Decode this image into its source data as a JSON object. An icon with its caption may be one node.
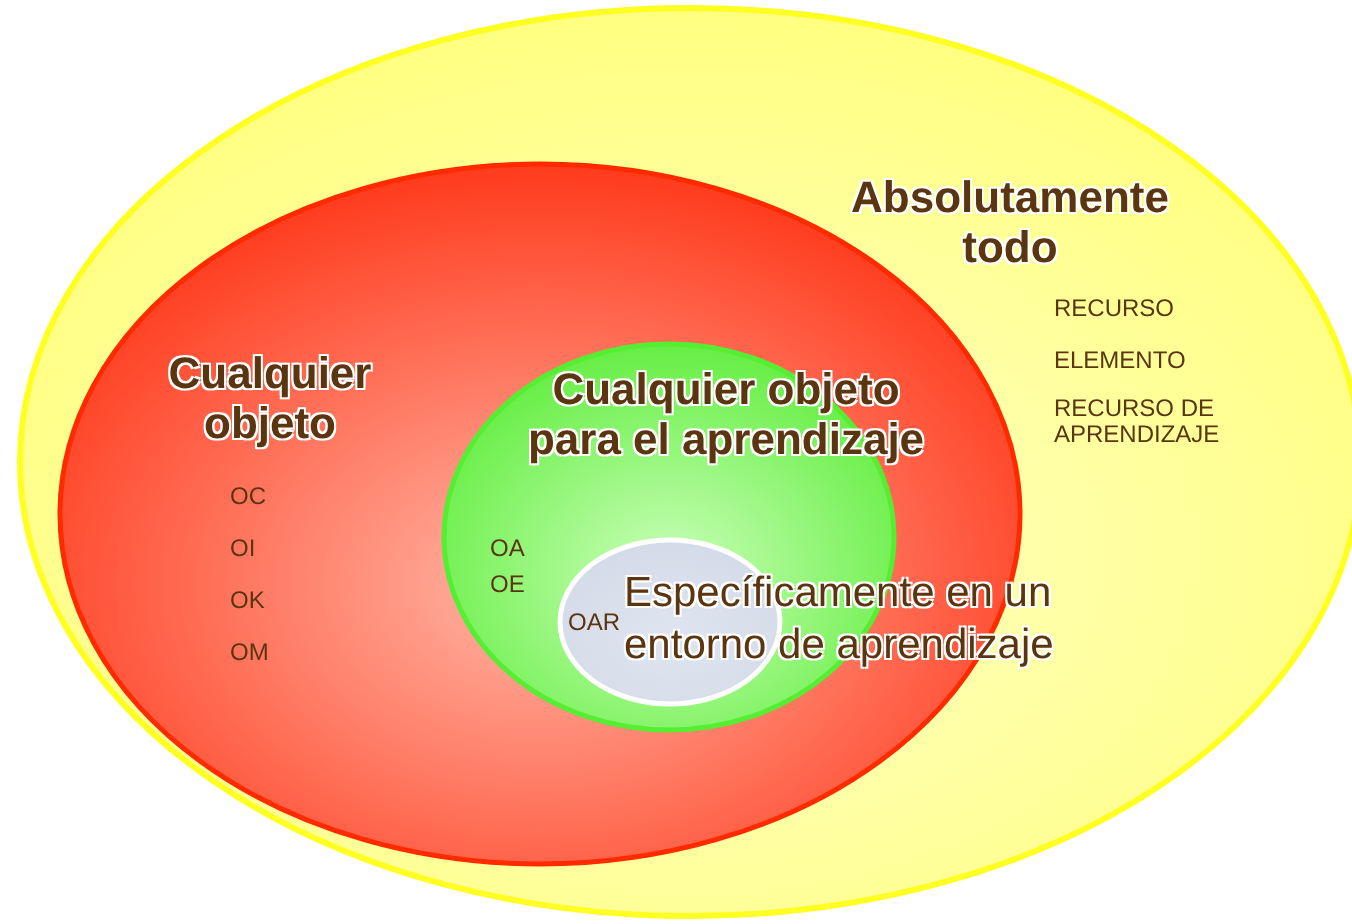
{
  "diagram": {
    "nodes": [
      {
        "text": [
          "Absolutamente todo",
          "RECURSO",
          "ELEMENTO",
          "RECURSO DE APRENDIZAJE"
        ]
      },
      {
        "text": [
          "Cualquier objeto",
          "OC",
          "OI",
          "OK",
          "OM"
        ],
        "in": 0
      },
      {
        "text": [
          "Cualquier objeto para el aprendizaje",
          "OA",
          "OE"
        ],
        "in": 1
      },
      {
        "text": [
          "OAR",
          "Específicamente en un entorno de aprendizaje"
        ],
        "in": 2
      }
    ]
  }
}
